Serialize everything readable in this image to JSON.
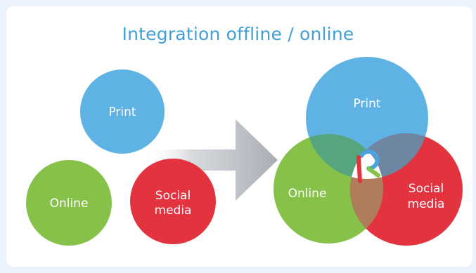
{
  "title": "Integration offline / online",
  "left_group": {
    "print": "Print",
    "online": "Online",
    "social_line1": "Social",
    "social_line2": "media"
  },
  "right_group": {
    "print": "Print",
    "online": "Online",
    "social_line1": "Social",
    "social_line2": "media"
  },
  "colors": {
    "print": "#5fb3e4",
    "online": "#86c24a",
    "social": "#e2333f",
    "overlap_print_online": "#55a57f",
    "overlap_print_social": "#6f86a2",
    "overlap_online_social": "#b07d5b",
    "title": "#3f9fd6"
  },
  "logo": "pro-logo-icon"
}
